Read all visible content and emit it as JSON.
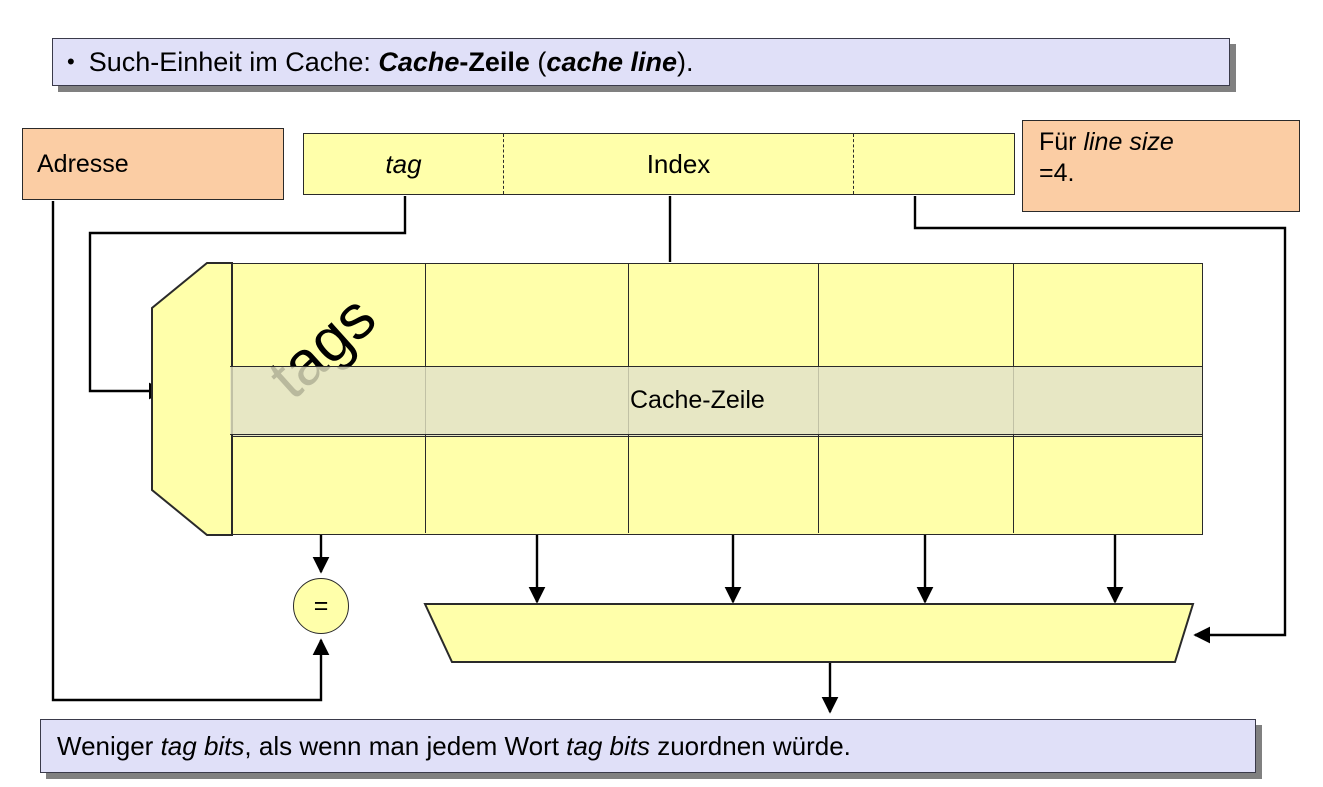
{
  "slide": {
    "title": {
      "bullet": "•",
      "parts": [
        {
          "text": "Such-Einheit im Cache: ",
          "style": "normal"
        },
        {
          "text": "Cache",
          "style": "bold-italic"
        },
        {
          "text": "-Zeile",
          "style": "bold"
        },
        {
          "text": " (",
          "style": "normal"
        },
        {
          "text": "cache line",
          "style": "bold-italic"
        },
        {
          "text": ").",
          "style": "normal"
        }
      ],
      "plain": "Such-Einheit im Cache: Cache-Zeile (cache line)."
    },
    "footer": {
      "parts": [
        {
          "text": "Weniger ",
          "style": "normal"
        },
        {
          "text": "tag bits",
          "style": "italic"
        },
        {
          "text": ", als wenn man jedem Wort ",
          "style": "normal"
        },
        {
          "text": "tag bits",
          "style": "italic"
        },
        {
          "text": " zuordnen würde.",
          "style": "normal"
        }
      ],
      "plain": "Weniger tag bits, als wenn man jedem Wort tag bits zuordnen würde."
    }
  },
  "diagram": {
    "address_label": "Adresse",
    "note": {
      "line1_prefix": "Für ",
      "line1_italic": "line size",
      "line2": "=4.",
      "plain": "Für line size =4."
    },
    "address_fields": [
      {
        "label": "tag",
        "style": "italic"
      },
      {
        "label": "Index",
        "style": "normal"
      },
      {
        "label": "",
        "style": "normal"
      }
    ],
    "tags_label": "tags",
    "cache_line_label": "Cache-Zeile",
    "comparator_label": "=",
    "grid": {
      "rows": 3,
      "columns": 5,
      "highlighted_row_index": 1
    },
    "mux": {
      "label": ""
    }
  },
  "colors": {
    "callout_fill": "#e0e0f8",
    "callout_shadow": "#808080",
    "peach_fill": "#fbcda4",
    "yellow_fill": "#ffffaa",
    "highlight_fill": "#e7e7c4",
    "stroke": "#2a2a2a"
  }
}
